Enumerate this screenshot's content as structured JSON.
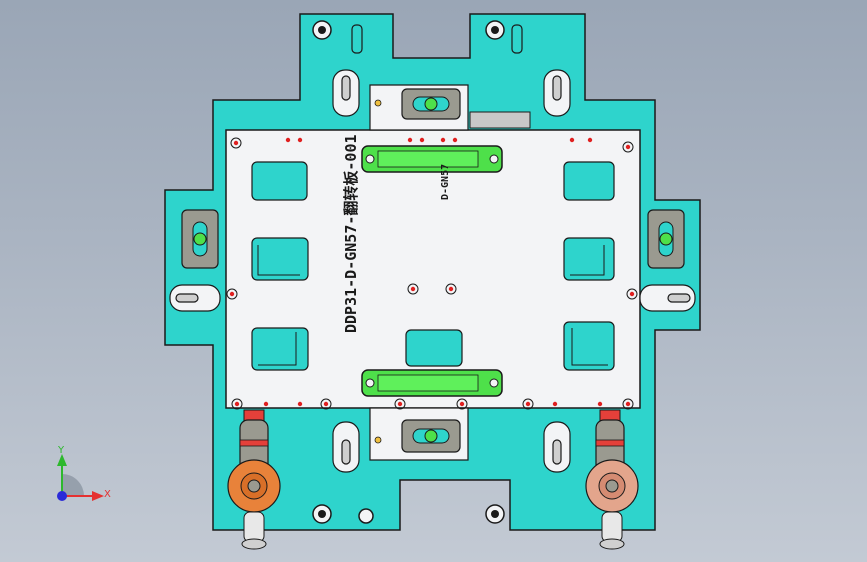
{
  "viewport": {
    "background_top": "#9aa6b6",
    "background_bottom": "#c3cad4"
  },
  "model": {
    "engraving_main": "DDP31-D-GN57-翻转板-001",
    "engraving_small": "D-GN57",
    "colors": {
      "base_plate": "#2ed4cc",
      "top_plate": "#f3f4f6",
      "green_block": "#4ee04a",
      "clamp_orange": "#e8823a",
      "clamp_red": "#e4403a",
      "outline": "#1a1a1a"
    }
  },
  "triad": {
    "x_label": "X",
    "y_label": "Y",
    "x_color": "#e53030",
    "y_color": "#2db82d",
    "z_color": "#2a2ad8"
  }
}
